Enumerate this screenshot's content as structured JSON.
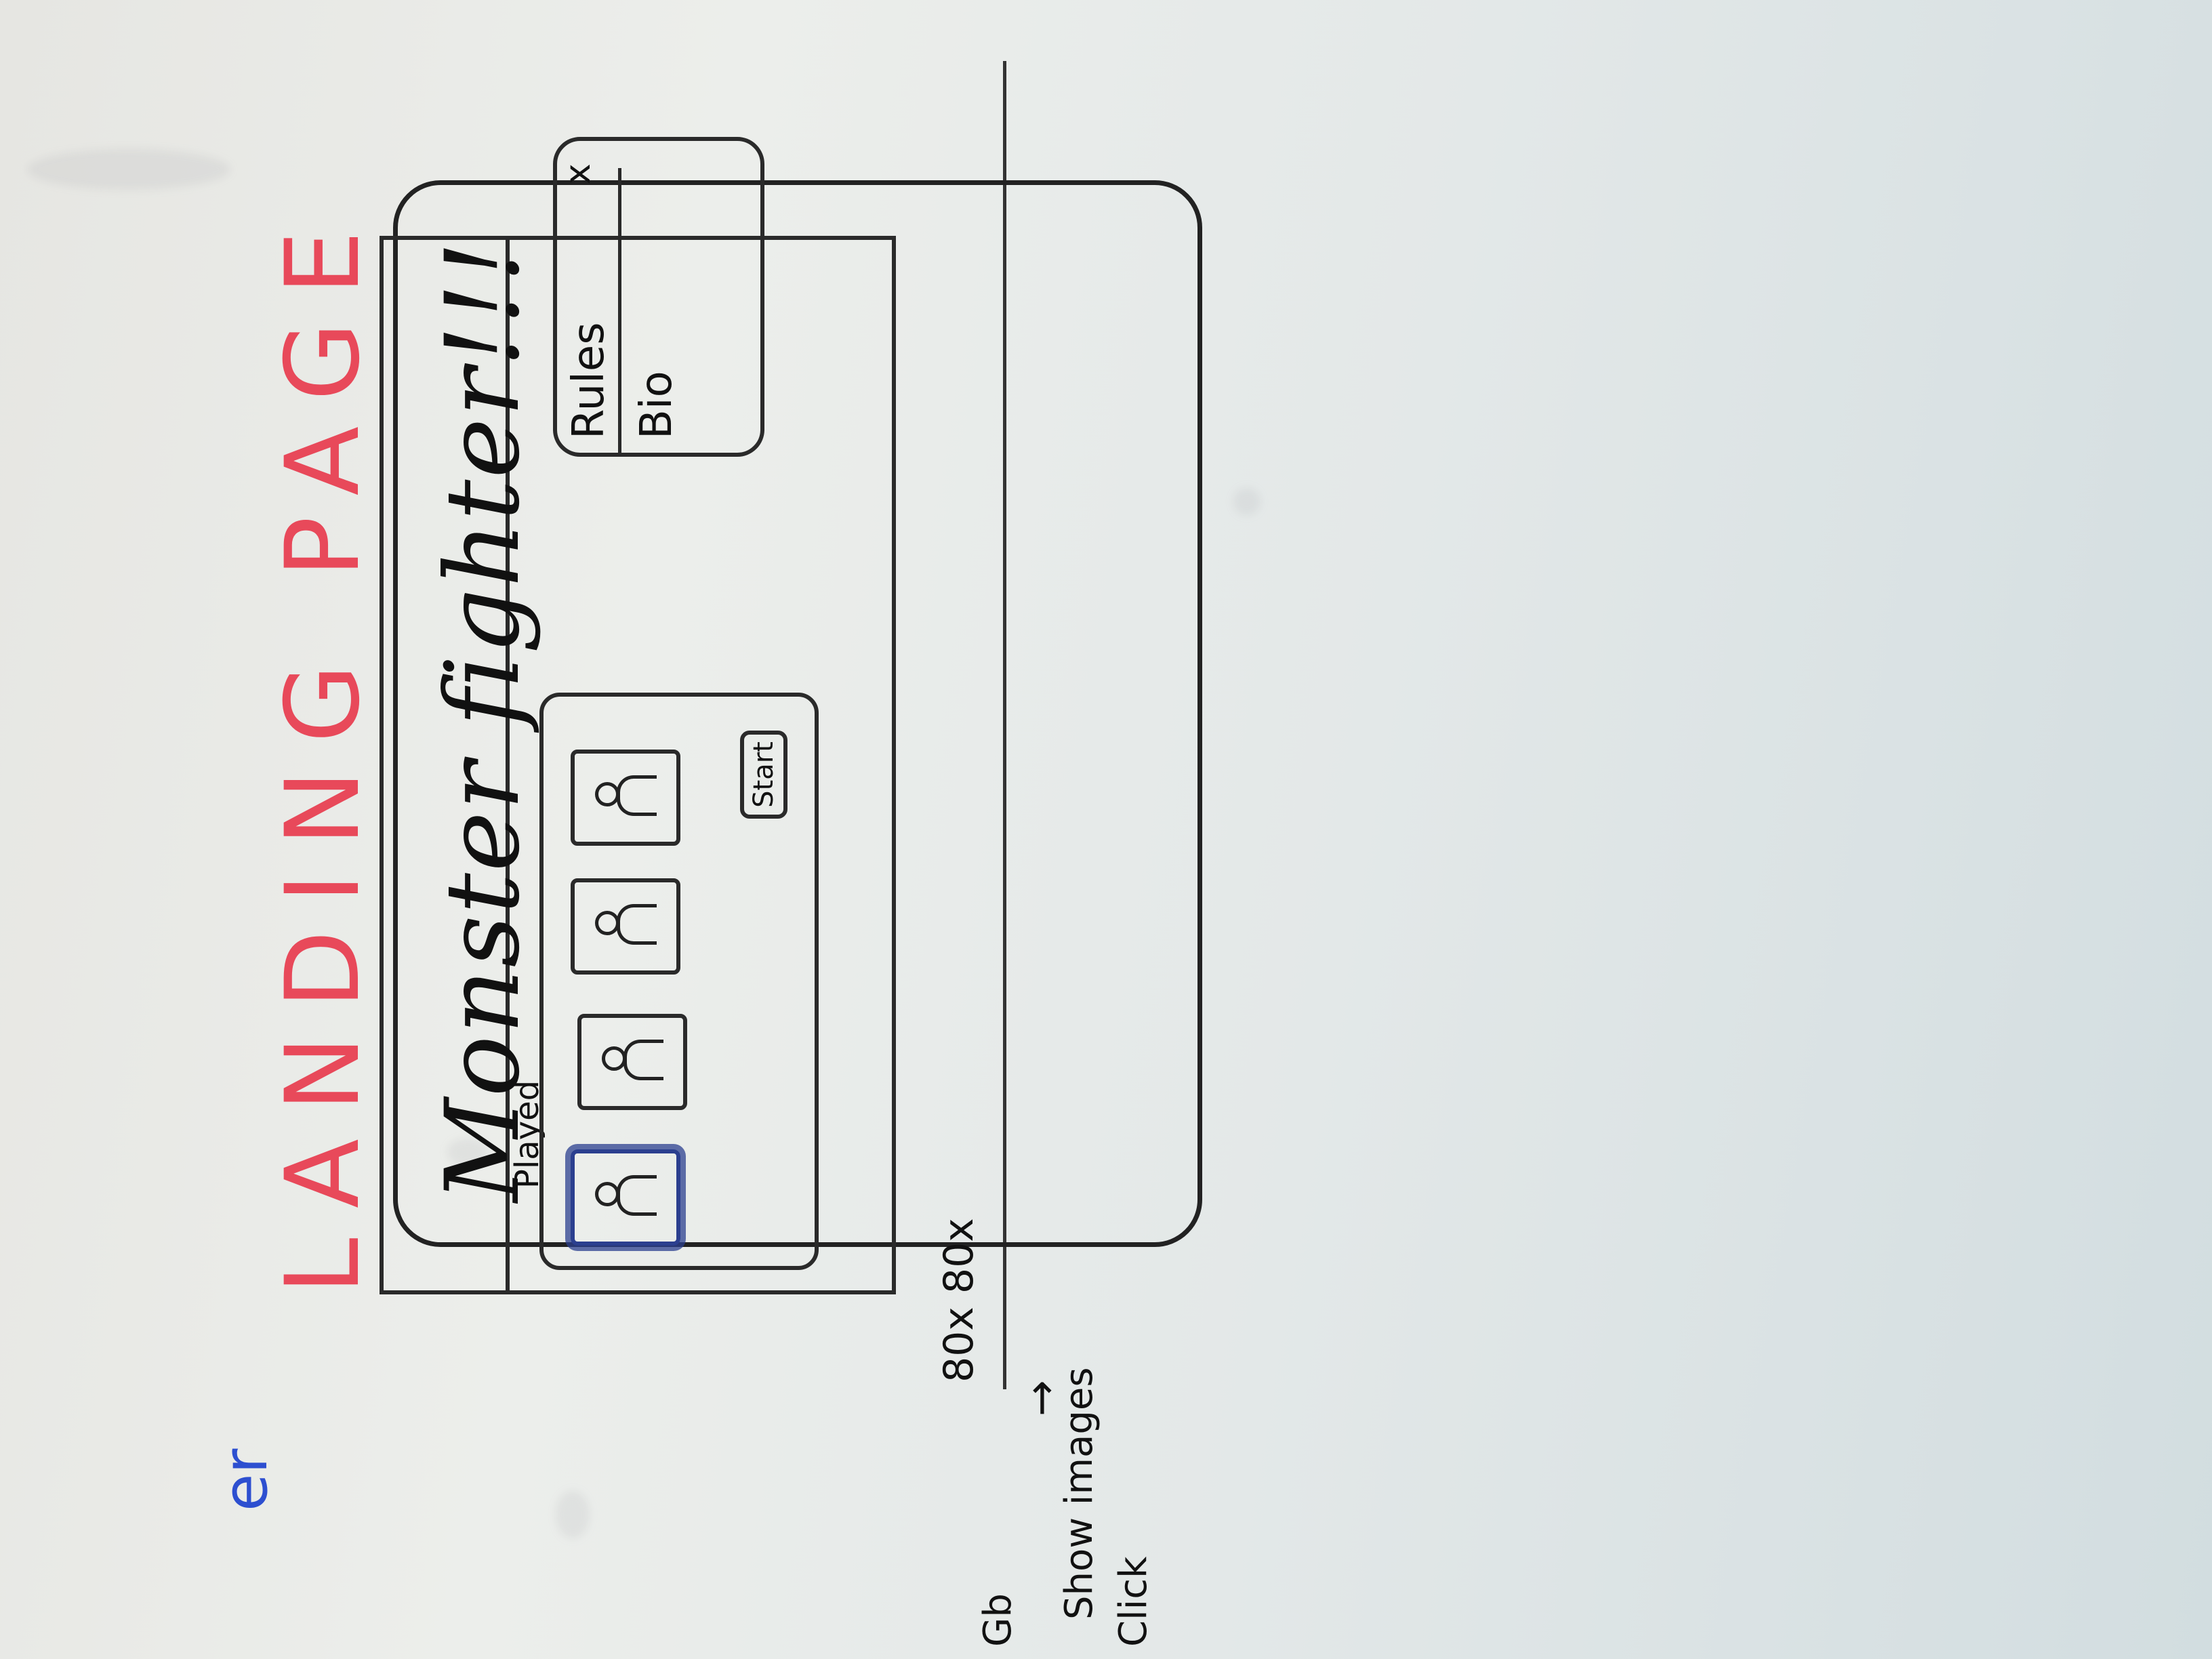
{
  "heading": "LANDING PAGE",
  "app_title": "Monster fighter!!!",
  "played_label": "Played",
  "start_button": "Start",
  "rules_label": "Rules",
  "bio_label": "Bio",
  "close_label": "x",
  "annotations": {
    "size": "80x 80x",
    "click_note": "Click",
    "show_images_note": "Show images",
    "gb_note": "Gb"
  },
  "edge_text": "er",
  "characters": [
    {
      "icon": "character-icon",
      "selected": true
    },
    {
      "icon": "character-icon",
      "selected": false
    },
    {
      "icon": "character-icon",
      "selected": false
    },
    {
      "icon": "character-icon",
      "selected": false
    }
  ],
  "colors": {
    "heading": "#e8495a",
    "selection": "#2b3f8f",
    "ink": "#222222",
    "edge_mark": "#2d4fd0"
  }
}
